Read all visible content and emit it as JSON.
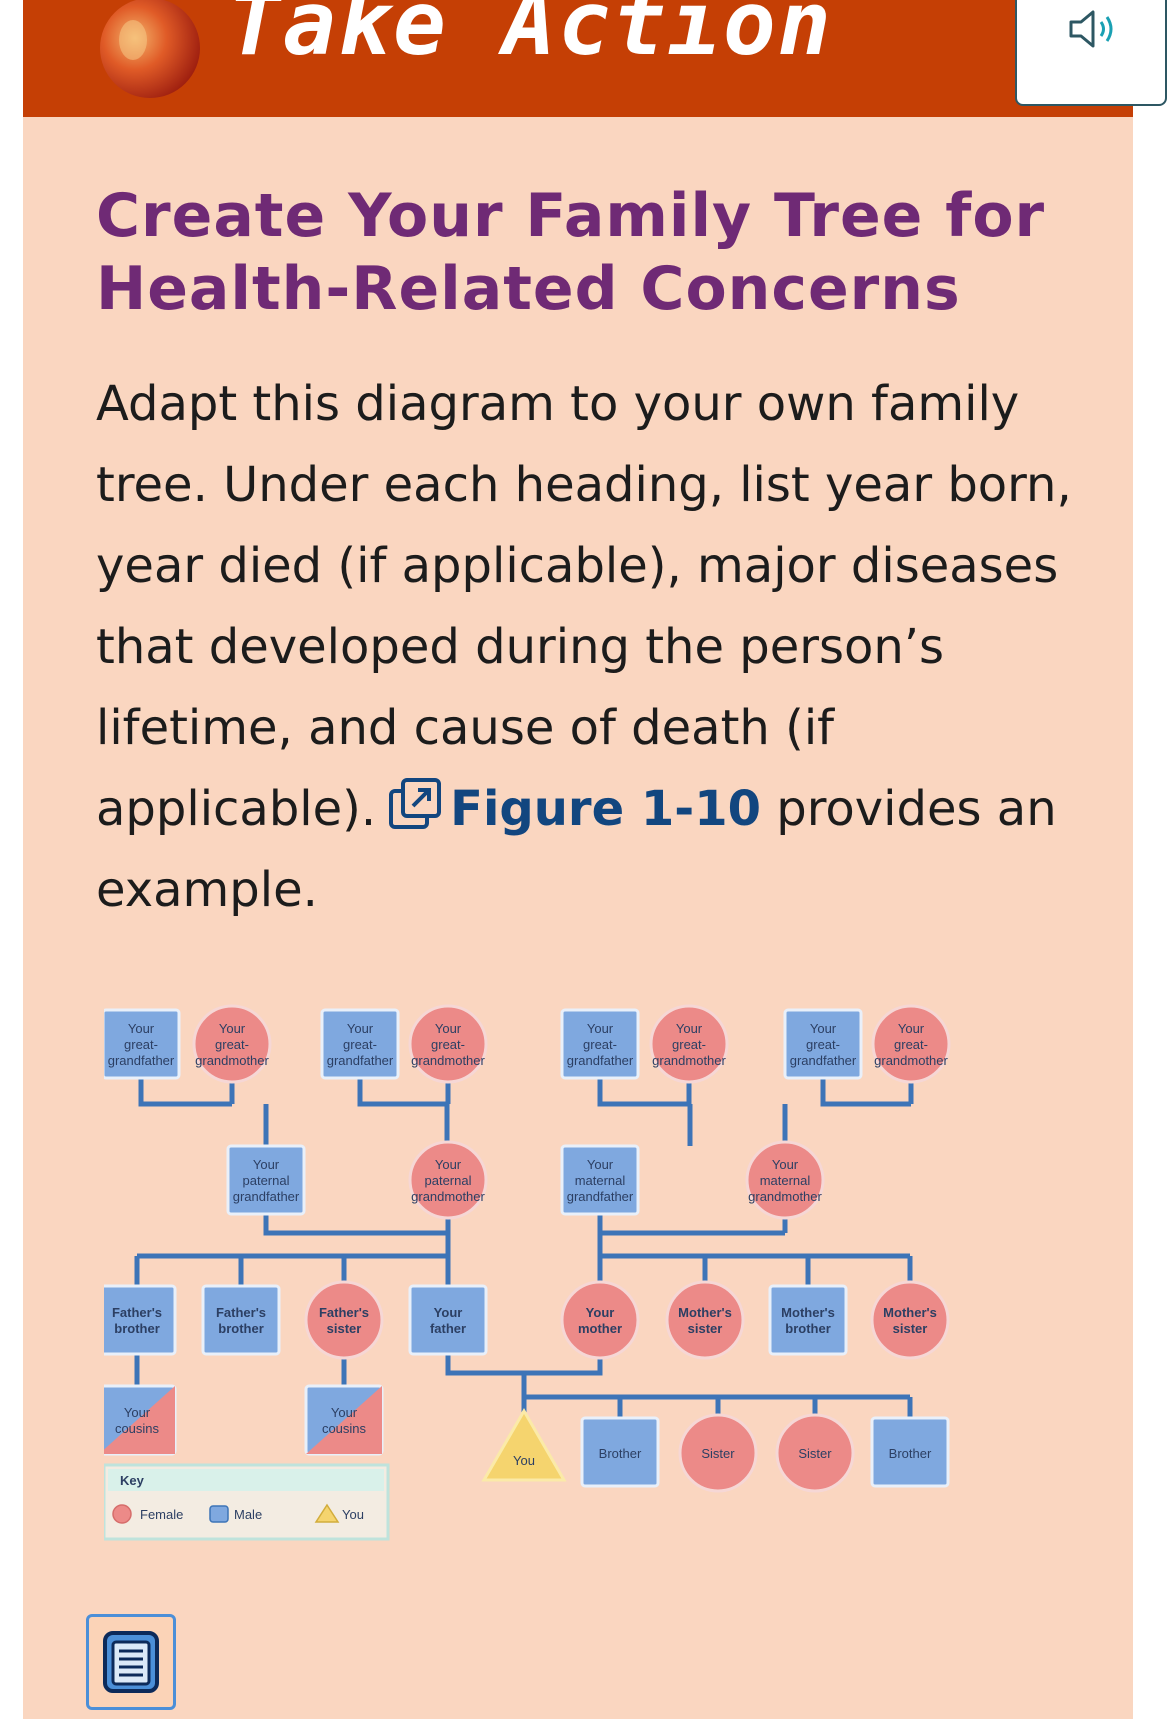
{
  "banner": {
    "title": "Take Action",
    "background": "#c53f05",
    "apple_icon": "apple-icon",
    "audio_icon": "speaker-icon"
  },
  "section": {
    "heading": "Create Your Family Tree for Health-Related Concerns",
    "body_before_link": "Adapt this diagram to your own family tree. Under each heading, list year born, year died (if applicable), major diseases that developed during the person’s lifetime, and cause of death (if applicable).",
    "link_icon": "external-link-icon",
    "link_text": "Figure 1-10",
    "body_after_link": "provides an example.",
    "heading_color": "#6f2a75",
    "link_color": "#12467f",
    "panel_color": "#fad6c0"
  },
  "diagram": {
    "great_grandparents": [
      [
        "Your",
        "great-",
        "grandfather"
      ],
      [
        "Your",
        "great-",
        "grandmother"
      ],
      [
        "Your",
        "great-",
        "grandfather"
      ],
      [
        "Your",
        "great-",
        "grandmother"
      ],
      [
        "Your",
        "great-",
        "grandfather"
      ],
      [
        "Your",
        "great-",
        "grandmother"
      ],
      [
        "Your",
        "great-",
        "grandfather"
      ],
      [
        "Your",
        "great-",
        "grandmother"
      ]
    ],
    "grandparents": [
      [
        "Your",
        "paternal",
        "grandfather"
      ],
      [
        "Your",
        "paternal",
        "grandmother"
      ],
      [
        "Your",
        "maternal",
        "grandfather"
      ],
      [
        "Your",
        "maternal",
        "grandmother"
      ]
    ],
    "parents_generation": [
      [
        "Father's",
        "brother"
      ],
      [
        "Father's",
        "brother"
      ],
      [
        "Father's",
        "sister"
      ],
      [
        "Your",
        "father"
      ],
      [
        "Your",
        "mother"
      ],
      [
        "Mother's",
        "sister"
      ],
      [
        "Mother's",
        "brother"
      ],
      [
        "Mother's",
        "sister"
      ]
    ],
    "cousins": [
      [
        "Your",
        "cousins"
      ],
      [
        "Your",
        "cousins"
      ]
    ],
    "you": "You",
    "siblings": [
      "Brother",
      "Sister",
      "Sister",
      "Brother"
    ],
    "key": {
      "title": "Key",
      "female": "Female",
      "male": "Male",
      "you": "You"
    },
    "colors": {
      "female": "#ec8a88",
      "male": "#7fa8df",
      "you": "#f5d46e",
      "line": "#3d74b7"
    }
  },
  "toolbar": {
    "doc_icon": "document-icon"
  }
}
